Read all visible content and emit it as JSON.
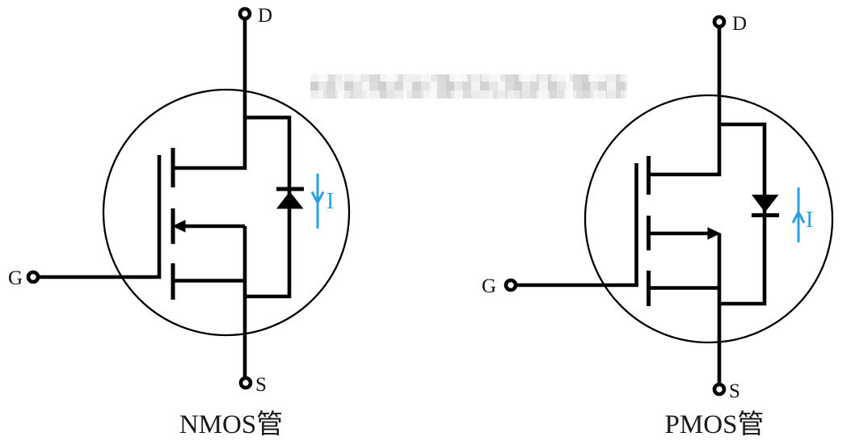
{
  "colors": {
    "wire": "#000000",
    "current_arrow": "#2aa0e2",
    "background": "#ffffff",
    "watermark_gray": "#d9d9d9"
  },
  "nmos": {
    "caption": "NMOS管",
    "drain_label": "D",
    "gate_label": "G",
    "source_label": "S",
    "current_label": "I",
    "current_direction": "down",
    "body_diode_direction": "up",
    "body_arrow_direction": "left"
  },
  "pmos": {
    "caption": "PMOS管",
    "drain_label": "D",
    "gate_label": "G",
    "source_label": "S",
    "current_label": "I",
    "current_direction": "up",
    "body_diode_direction": "down",
    "body_arrow_direction": "right"
  }
}
